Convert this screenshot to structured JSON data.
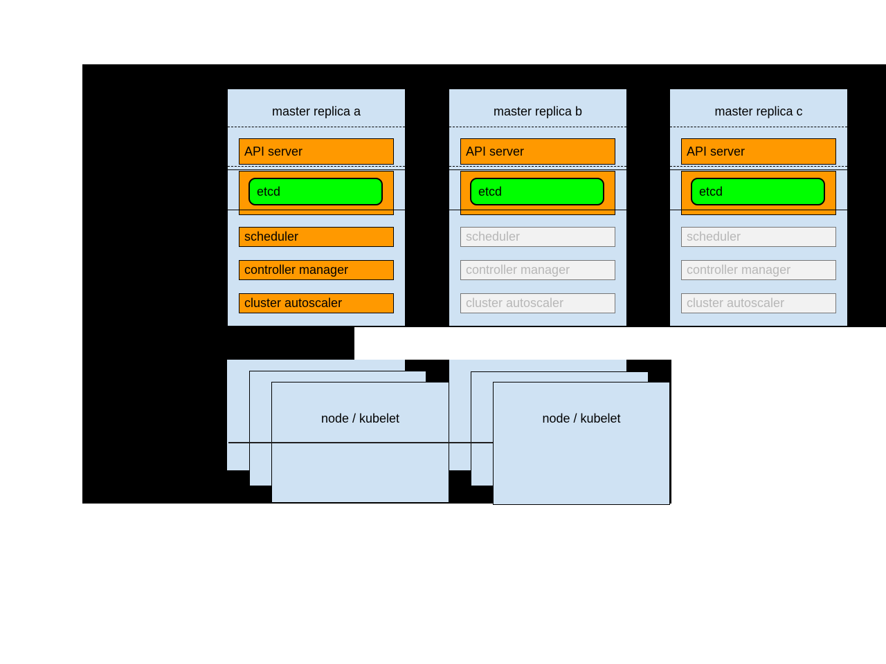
{
  "colors": {
    "panel_bg": "#000000",
    "page_bg": "#ffffff",
    "box_blue": "#cfe2f3",
    "active_orange": "#ff9900",
    "etcd_green": "#00ff00",
    "inactive_fill": "#f2f2f2",
    "inactive_text": "#b7b7b7",
    "text_dark": "#000000"
  },
  "masters": [
    {
      "title": "master replica a",
      "state": "active",
      "api_server": "API server",
      "etcd": "etcd",
      "scheduler": "scheduler",
      "controller_manager": "controller manager",
      "cluster_autoscaler": "cluster autoscaler"
    },
    {
      "title": "master replica b",
      "state": "inactive",
      "api_server": "API server",
      "etcd": "etcd",
      "scheduler": "scheduler",
      "controller_manager": "controller manager",
      "cluster_autoscaler": "cluster autoscaler"
    },
    {
      "title": "master replica c",
      "state": "inactive",
      "api_server": "API server",
      "etcd": "etcd",
      "scheduler": "scheduler",
      "controller_manager": "controller manager",
      "cluster_autoscaler": "cluster autoscaler"
    }
  ],
  "nodes": [
    {
      "label": "node / kubelet"
    },
    {
      "label": "node / kubelet"
    }
  ]
}
